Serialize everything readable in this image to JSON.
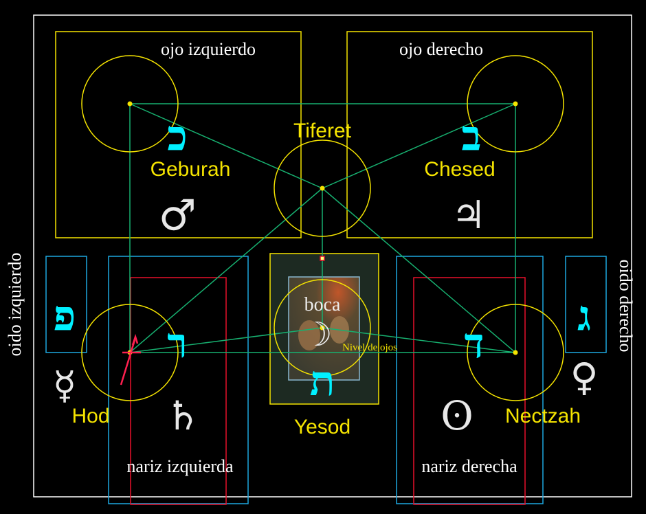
{
  "labels": {
    "left_eye": "ojo izquierdo",
    "right_eye": "ojo derecho",
    "left_ear": "oido izquierdo",
    "right_ear": "oido derecho",
    "left_nose": "nariz izquierda",
    "right_nose": "nariz derecha",
    "mouth": "boca",
    "eye_level": "Nivel de ojos"
  },
  "sefirot": {
    "tiferet": "Tiferet",
    "geburah": "Geburah",
    "chesed": "Chesed",
    "hod": "Hod",
    "yesod": "Yesod",
    "nectzah": "Nectzah"
  },
  "hebrew_letters": {
    "kaf": "כ",
    "bet": "ב",
    "pe": "פ",
    "resh": "ר",
    "tav": "ת",
    "dalet": "ד",
    "gimel": "ג"
  },
  "planet_symbols": {
    "mars": "♂",
    "jupiter": "♃",
    "mercury": "☿",
    "saturn": "♄",
    "moon": "☽",
    "sun": "ʘ",
    "venus": "♀"
  },
  "colors": {
    "background": "#000000",
    "sefira_yellow": "#f5e400",
    "letter_cyan": "#00f0ff",
    "path_green": "#17b070",
    "box_cyan": "#1ea8e0",
    "box_red": "#e8102a",
    "frame_white": "#ffffff"
  }
}
